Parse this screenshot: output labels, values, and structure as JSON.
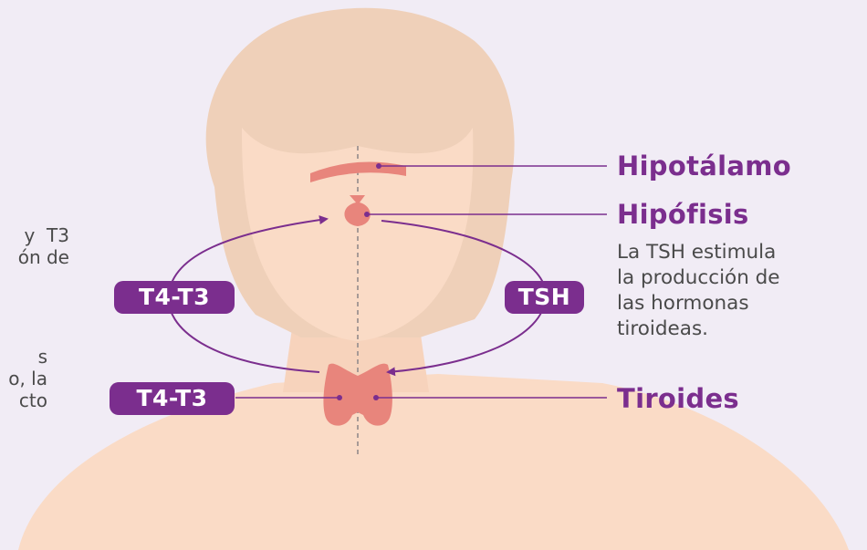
{
  "left_text": {
    "fragment_1": "y  T3\nón de",
    "fragment_2": "s\no, la\ncto"
  },
  "labels": {
    "hipotalamo": "Hipotálamo",
    "hipofisis": "Hipófisis",
    "hipofisis_desc": "La TSH estimula\nla producción de\nlas hormonas\ntiroideas.",
    "tiroides": "Tiroides"
  },
  "hormones": {
    "t4t3_top": "T4-T3",
    "t4t3_bottom": "T4-T3",
    "tsh": "TSH"
  },
  "colors": {
    "background": "#f1ecf5",
    "skin": "#fadbc6",
    "hair": "#efd0b9",
    "organ": "#e8857c",
    "accent": "#7b2e8e"
  }
}
